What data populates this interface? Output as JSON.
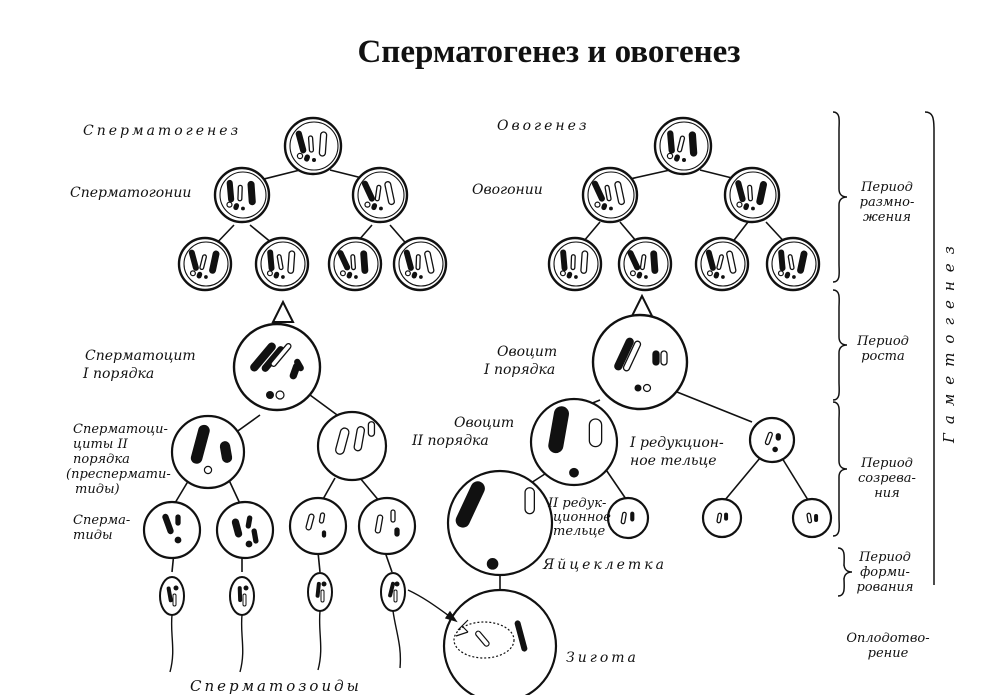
{
  "title": "Сперматогенез и овогенез",
  "labels": {
    "spermatogenesis": "Сперматогенез",
    "spermatogonia": "Сперматогонии",
    "spermatocyte1_a": "Сперматоцит",
    "spermatocyte1_b": "I порядка",
    "spermatocyte2_a": "Сперматоци-",
    "spermatocyte2_b": "циты II",
    "spermatocyte2_c": "порядка",
    "spermatocyte2_d": "(преспермати-",
    "spermatocyte2_e": "тиды)",
    "spermatids_a": "Сперма-",
    "spermatids_b": "тиды",
    "spermatozoa": "Сперматозоиды",
    "oogenesis": "Овогенез",
    "oogonia": "Овогонии",
    "oocyte1_a": "Овоцит",
    "oocyte1_b": "I порядка",
    "oocyte2_a": "Овоцит",
    "oocyte2_b": "II порядка",
    "polar1_a": "I редукцион-",
    "polar1_b": "ное тельце",
    "polar2_a": "II редук-",
    "polar2_b": "ционное",
    "polar2_c": "тельце",
    "egg": "Яйцеклетка",
    "zygote": "Зигота"
  },
  "periods": {
    "reproduction_a": "Период",
    "reproduction_b": "размно-",
    "reproduction_c": "жения",
    "growth_a": "Период",
    "growth_b": "роста",
    "maturation_a": "Период",
    "maturation_b": "созрева-",
    "maturation_c": "ния",
    "formation_a": "Период",
    "formation_b": "форми-",
    "formation_c": "рования",
    "fertilization_a": "Оплодотво-",
    "fertilization_b": "рение",
    "gametogenesis": "Гаметогенез"
  },
  "colors": {
    "ink": "#111111",
    "paper": "#ffffff"
  }
}
